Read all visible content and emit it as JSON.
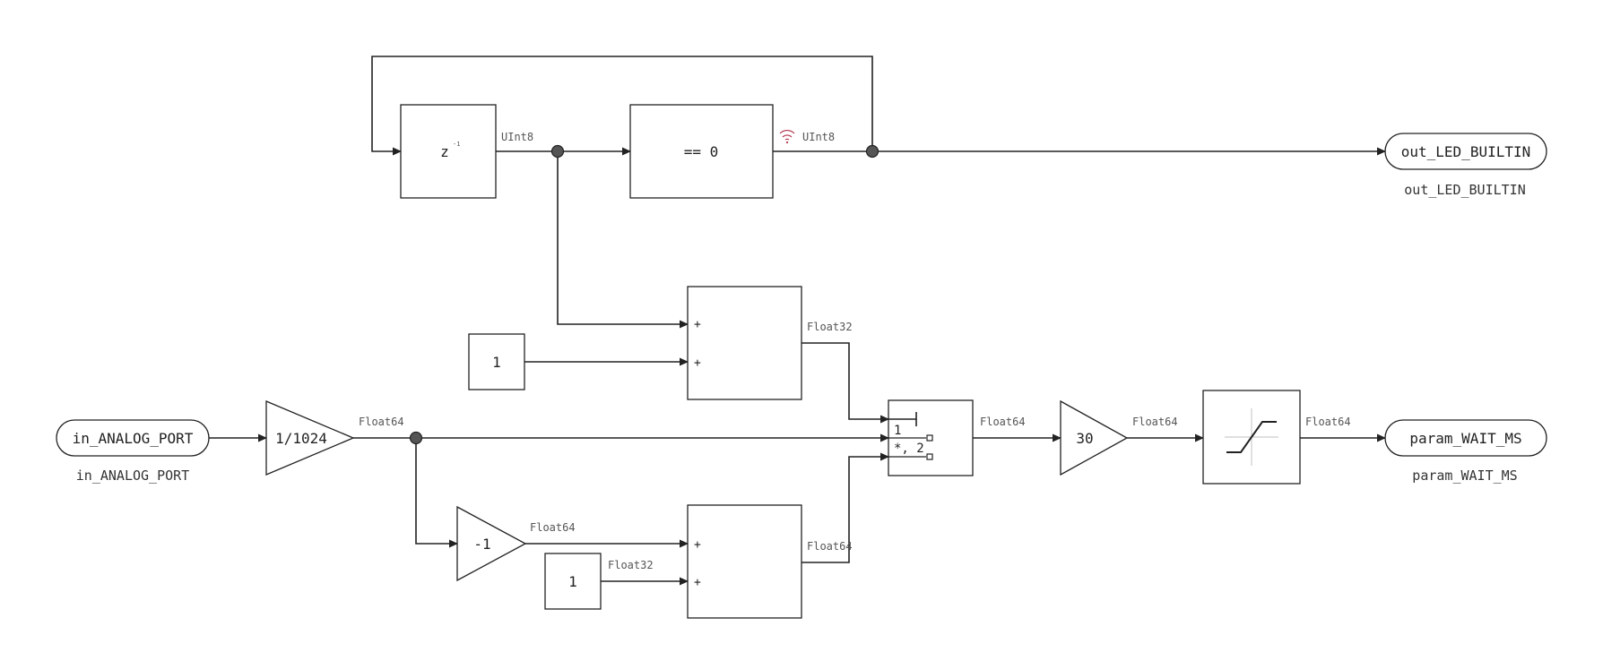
{
  "blocks": {
    "unit_delay": {
      "label": "z",
      "superscript": "-1"
    },
    "compare_zero": {
      "label": "== 0"
    },
    "const_top": {
      "label": "1"
    },
    "const_bottom": {
      "label": "1"
    },
    "gain_scale": {
      "label": "1/1024"
    },
    "gain_neg": {
      "label": "-1"
    },
    "gain_thirty": {
      "label": "30"
    },
    "sum_top": {
      "signs": [
        "+",
        "+"
      ]
    },
    "sum_bottom": {
      "signs": [
        "+",
        "+"
      ]
    },
    "switch": {
      "port1": "1",
      "port2": "*, 2"
    }
  },
  "ports": {
    "in_analog": {
      "label": "in_ANALOG_PORT",
      "caption": "in_ANALOG_PORT"
    },
    "out_led": {
      "label": "out_LED_BUILTIN",
      "caption": "out_LED_BUILTIN"
    },
    "param_wait": {
      "label": "param_WAIT_MS",
      "caption": "param_WAIT_MS"
    }
  },
  "signal_labels": {
    "delay_out": "UInt8",
    "compare_out": "UInt8",
    "scale_out": "Float64",
    "sum_top_out": "Float32",
    "switch_out": "Float64",
    "gain_out": "Float64",
    "sat_out": "Float64",
    "neg_out": "Float64",
    "const_bottom_out": "Float32",
    "sum_bottom_out": "Float64"
  },
  "colors": {
    "stroke": "#222222",
    "label": "#555555",
    "wifi_icon": "#b0304a"
  }
}
